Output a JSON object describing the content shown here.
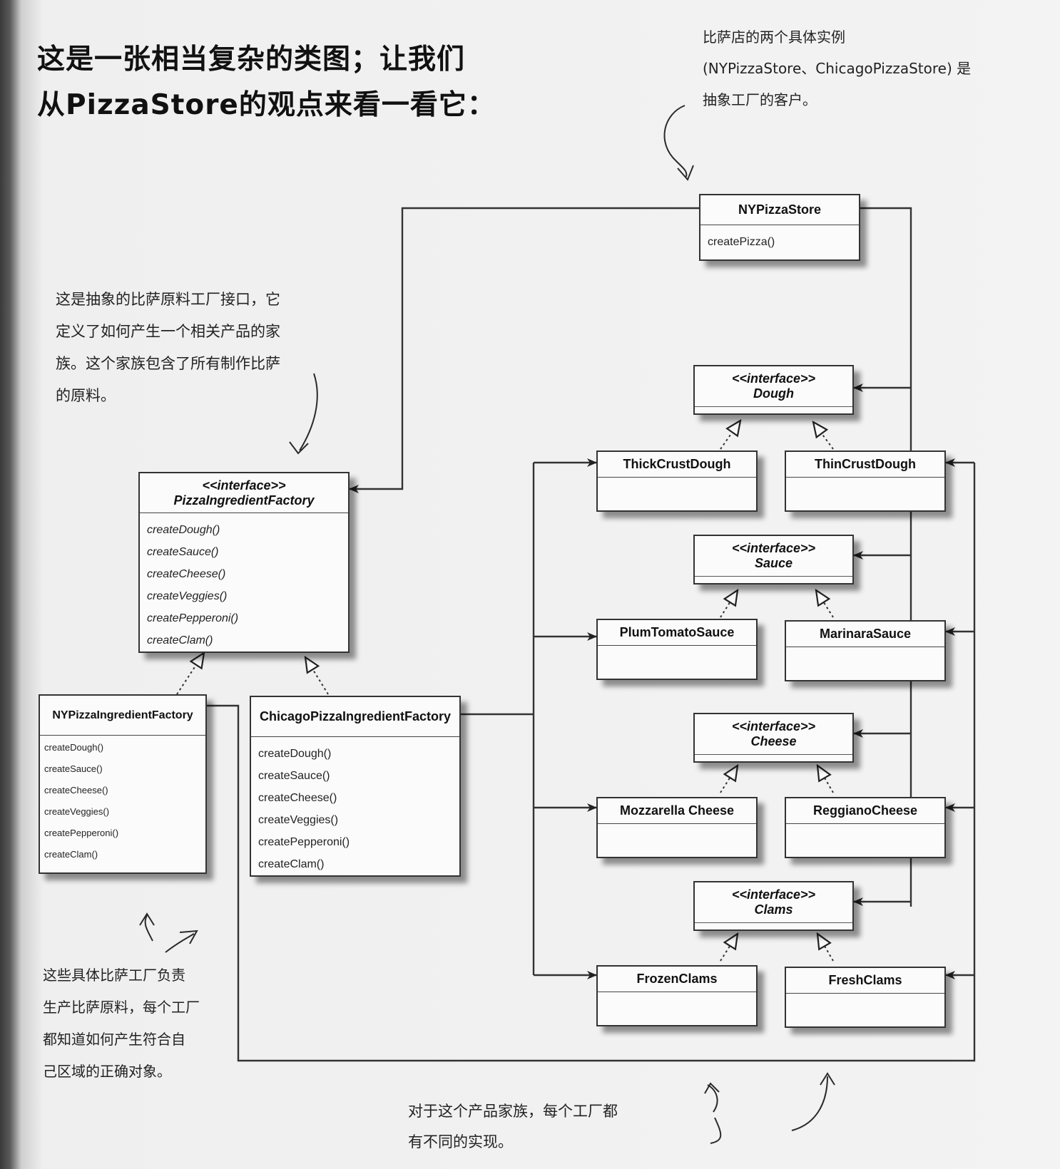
{
  "title": {
    "line1": "这是一张相当复杂的类图；让我们",
    "line2": "从PizzaStore的观点来看一看它："
  },
  "notes": {
    "top_right": [
      "比萨店的两个具体实例",
      "(NYPizzaStore、ChicagoPizzaStore) 是",
      "抽象工厂的客户。"
    ],
    "left": [
      "这是抽象的比萨原料工厂接口，它",
      "定义了如何产生一个相关产品的家",
      "族。这个家族包含了所有制作比萨",
      "的原料。"
    ],
    "bottom_left": [
      "这些具体比萨工厂负责",
      "生产比萨原料，每个工厂",
      "都知道如何产生符合自",
      "己区域的正确对象。"
    ],
    "bottom": [
      "对于这个产品家族，每个工厂都",
      "有不同的实现。"
    ]
  },
  "classes": {
    "ny_pizza_store": {
      "name": "NYPizzaStore",
      "methods": [
        "createPizza()"
      ]
    },
    "pizza_ingredient_factory": {
      "stereotype": "<<interface>>",
      "name": "PizzaIngredientFactory",
      "methods": [
        "createDough()",
        "createSauce()",
        "createCheese()",
        "createVeggies()",
        "createPepperoni()",
        "createClam()"
      ]
    },
    "ny_ingredient_factory": {
      "name": "NYPizzaIngredientFactory",
      "methods": [
        "createDough()",
        "createSauce()",
        "createCheese()",
        "createVeggies()",
        "createPepperoni()",
        "createClam()"
      ]
    },
    "chicago_ingredient_factory": {
      "name": "ChicagoPizzaIngredientFactory",
      "methods": [
        "createDough()",
        "createSauce()",
        "createCheese()",
        "createVeggies()",
        "createPepperoni()",
        "createClam()"
      ]
    },
    "dough": {
      "stereotype": "<<interface>>",
      "name": "Dough"
    },
    "thick_crust_dough": {
      "name": "ThickCrustDough"
    },
    "thin_crust_dough": {
      "name": "ThinCrustDough"
    },
    "sauce": {
      "stereotype": "<<interface>>",
      "name": "Sauce"
    },
    "plum_tomato_sauce": {
      "name": "PlumTomatoSauce"
    },
    "marinara_sauce": {
      "name": "MarinaraSauce"
    },
    "cheese": {
      "stereotype": "<<interface>>",
      "name": "Cheese"
    },
    "mozzarella_cheese": {
      "name": "Mozzarella Cheese"
    },
    "reggiano_cheese": {
      "name": "ReggianoCheese"
    },
    "clams": {
      "stereotype": "<<interface>>",
      "name": "Clams"
    },
    "frozen_clams": {
      "name": "FrozenClams"
    },
    "fresh_clams": {
      "name": "FreshClams"
    }
  }
}
